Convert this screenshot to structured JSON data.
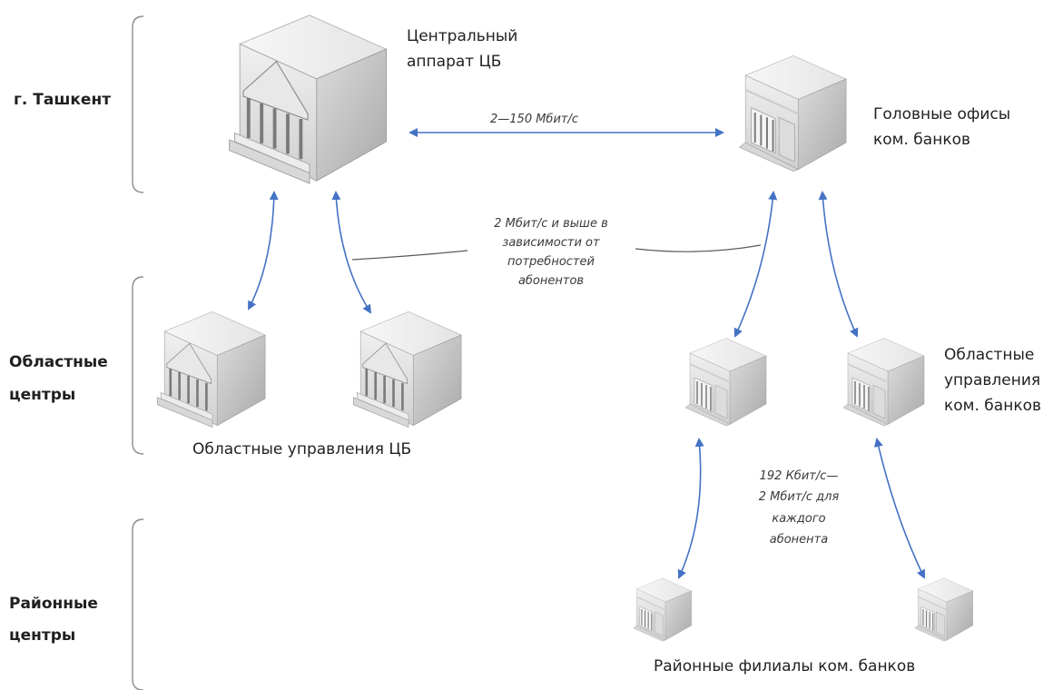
{
  "tiers": {
    "tashkent": "г. Ташкент",
    "regional_1": "Областные",
    "regional_2": "центры",
    "district_1": "Районные",
    "district_2": "центры"
  },
  "labels": {
    "central_1": "Центральный",
    "central_2": "аппарат ЦБ",
    "head_1": "Головные офисы",
    "head_2": "ком. банков",
    "reg_cb": "Областные управления ЦБ",
    "reg_com_1": "Областные",
    "reg_com_2": "управления",
    "reg_com_3": "ком. банков",
    "district": "Районные филиалы ком. банков"
  },
  "speeds": {
    "top": "2—150 Мбит/с",
    "mid_1": "2 Мбит/с и выше в",
    "mid_2": "зависимости от",
    "mid_3": "потребностей",
    "mid_4": "абонентов",
    "low_1": "192 Кбит/с—",
    "low_2": "2 Мбит/с для",
    "low_3": "каждого",
    "low_4": "абонента"
  },
  "colors": {
    "link": "#4472c4",
    "building_top": "#eeeeee",
    "building_side": "#c6c6c6",
    "building_front": "#e2e2e2"
  }
}
